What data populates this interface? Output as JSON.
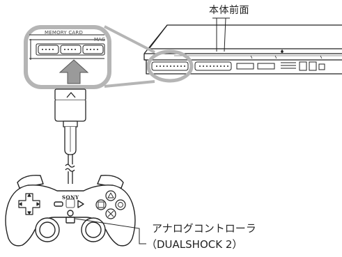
{
  "labels": {
    "console_front": "本体前面",
    "controller_line1": "アナログコントローラ",
    "controller_line2": "（DUALSHOCK 2）",
    "memory_card": "MEMORY CARD",
    "mag": "MAG",
    "sony": "SONY"
  },
  "colors": {
    "line": "#222222",
    "highlight": "#b5b5b5",
    "arrow": "#9a9a9a"
  }
}
